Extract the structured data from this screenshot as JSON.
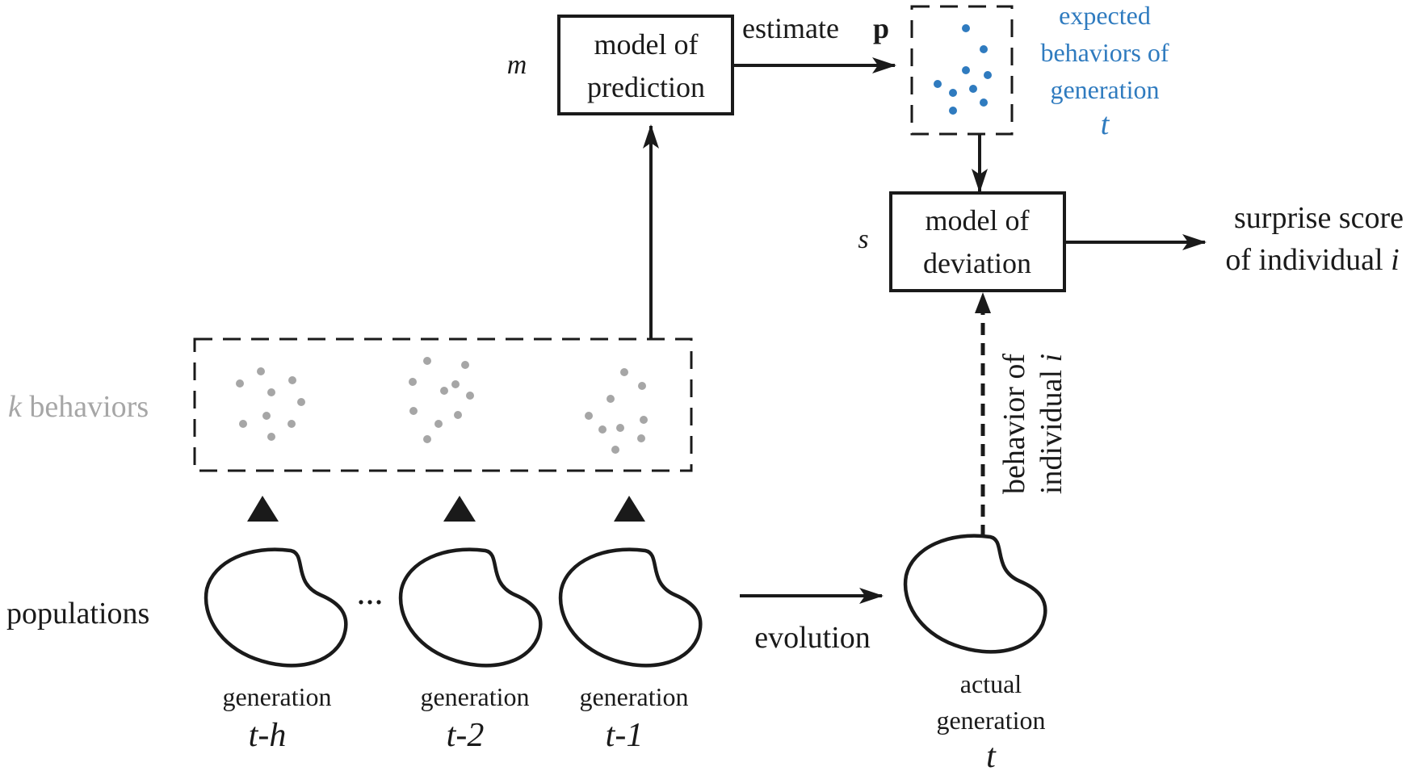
{
  "prediction": {
    "symbol": "m",
    "line1": "model of",
    "line2": "prediction"
  },
  "deviation": {
    "symbol": "s",
    "line1": "model of",
    "line2": "deviation"
  },
  "estimate": {
    "word": "estimate",
    "bold": "p"
  },
  "expected": {
    "line1": "expected",
    "line2": "behaviors of",
    "line3": "generation",
    "var": "t"
  },
  "surprise": {
    "line1": "surprise score",
    "line2": "of individual ",
    "var": "i"
  },
  "behaviors_label": {
    "var": "k",
    "text": " behaviors"
  },
  "populations_label": "populations",
  "individual_behavior": {
    "line1": "behavior of",
    "line2": "individual ",
    "var": "i"
  },
  "evolution_label": "evolution",
  "ellipsis": "...",
  "generations": [
    {
      "word": "generation",
      "var": "t-h"
    },
    {
      "word": "generation",
      "var": "t-2"
    },
    {
      "word": "generation",
      "var": "t-1"
    }
  ],
  "actual": {
    "line1": "actual",
    "line2": "generation",
    "var": "t"
  },
  "colors": {
    "ink": "#1a1a1a",
    "gray": "#a6a6a6",
    "blue": "#2f7bbf"
  }
}
